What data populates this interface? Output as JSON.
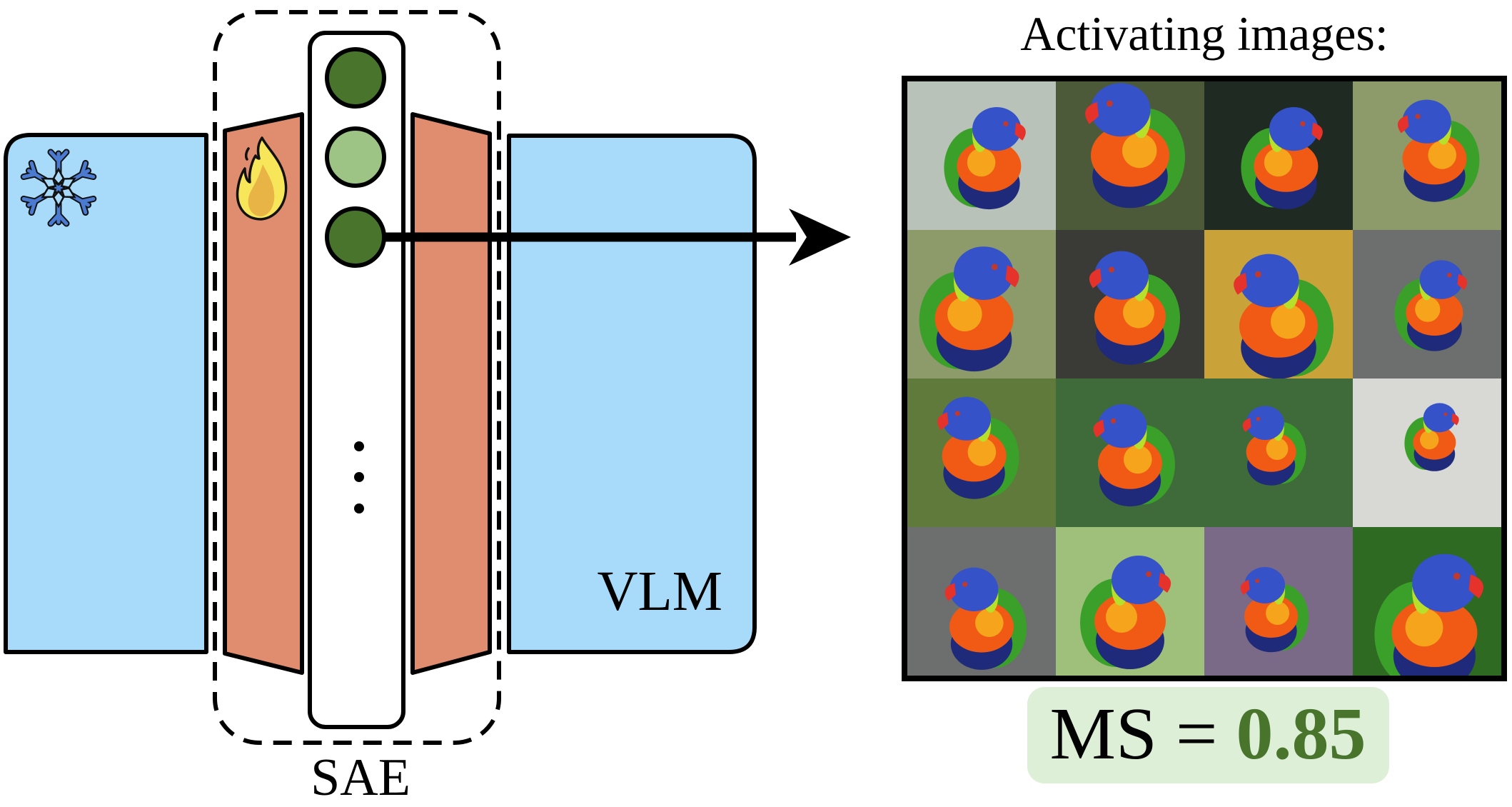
{
  "title": "Activating images:",
  "labels": {
    "sae": "SAE",
    "vlm": "VLM"
  },
  "score": {
    "metric": "MS",
    "equals": "=",
    "value": "0.85"
  },
  "colors": {
    "frozen_block": "#a8daf9",
    "trainable_block": "#e08c6e",
    "neuron_active": "#48742c",
    "neuron_weak": "#9dc385",
    "score_bg": "#ddefd6",
    "score_value": "#48742c",
    "snowflake": "#4a7bd0",
    "flame_outer": "#f7e55a",
    "flame_inner": "#e7b445"
  },
  "icons": {
    "frozen": "snowflake-icon",
    "trainable": "flame-icon",
    "ellipsis": "vertical-ellipsis"
  },
  "sae_neurons": [
    {
      "state": "active"
    },
    {
      "state": "weak"
    },
    {
      "state": "active",
      "selected": true
    }
  ],
  "image_grid": {
    "rows": 4,
    "cols": 4,
    "tiles": [
      {
        "subject": "rainbow lorikeet",
        "background": "gravel"
      },
      {
        "subject": "rainbow lorikeet",
        "background": "foliage"
      },
      {
        "subject": "rainbow lorikeet",
        "background": "dark"
      },
      {
        "subject": "rainbow lorikeet",
        "background": "blurred green"
      },
      {
        "subject": "rainbow lorikeet",
        "background": "blurred green"
      },
      {
        "subject": "rainbow lorikeet",
        "background": "dark grey"
      },
      {
        "subject": "rainbow lorikeet",
        "background": "ochre"
      },
      {
        "subject": "rainbow lorikeet",
        "background": "grey"
      },
      {
        "subject": "rainbow lorikeet",
        "background": "grass"
      },
      {
        "subject": "rainbow lorikeet",
        "background": "green bokeh"
      },
      {
        "subject": "rainbow lorikeet",
        "background": "green bokeh"
      },
      {
        "subject": "rainbow lorikeet",
        "background": "pale grey"
      },
      {
        "subject": "rainbow lorikeet",
        "background": "grey"
      },
      {
        "subject": "rainbow lorikeet",
        "background": "light green"
      },
      {
        "subject": "rainbow lorikeet",
        "background": "purple foliage"
      },
      {
        "subject": "rainbow lorikeet",
        "background": "green"
      }
    ]
  }
}
